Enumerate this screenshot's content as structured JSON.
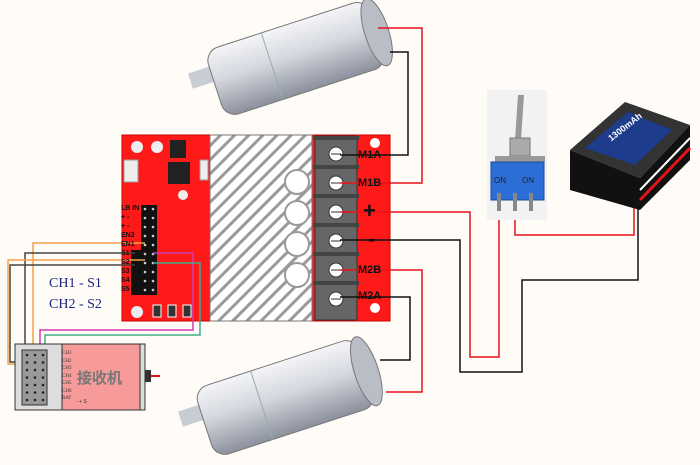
{
  "board": {
    "terminal_labels": [
      "M1A",
      "M1B",
      "+",
      "-",
      "M2B",
      "M2A"
    ],
    "pin_labels": [
      "LB IN",
      "+ -",
      "+ -",
      "EN2",
      "EN1",
      "S1",
      "S2",
      "S3",
      "S4",
      "S5"
    ]
  },
  "mapping": {
    "line1": "CH1 - S1",
    "line2": "CH2 - S2"
  },
  "receiver": {
    "title": "接收机",
    "channels": [
      "CH1",
      "CH2",
      "CH3",
      "CH4",
      "CH5",
      "CH6",
      "BAT"
    ],
    "polarity": "- + S"
  },
  "switch": {
    "left_label": "ON",
    "right_label": "ON"
  },
  "battery": {
    "brand_text": "1300mAh"
  },
  "colors": {
    "board": "#ff1a1a",
    "wire_red": "#e8121b",
    "wire_black": "#111111",
    "wire_orange": "#f5a24a",
    "wire_magenta": "#d23ab4",
    "wire_green": "#3fae8c",
    "receiver_body": "#f79a9a",
    "switch_blue": "#2b6fd6",
    "text_blue": "#1a237e"
  }
}
